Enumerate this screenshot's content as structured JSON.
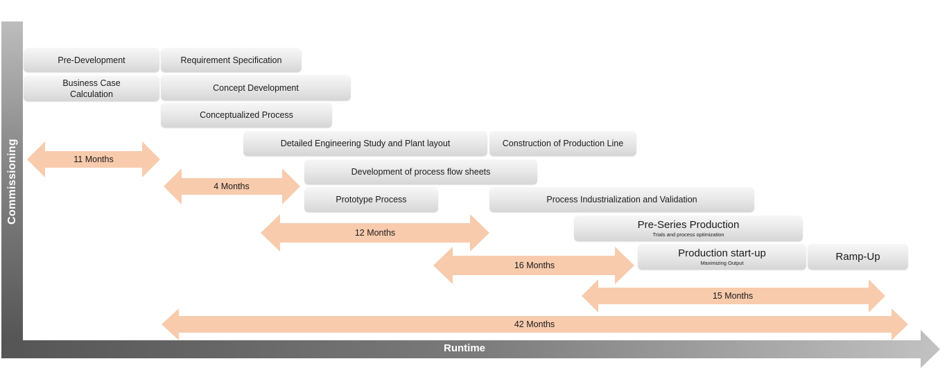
{
  "axes": {
    "vertical_label": "Commissioning",
    "horizontal_label": "Runtime"
  },
  "colors": {
    "arrow_fill": "#f8cbad",
    "box_light": "#f7f7f7",
    "box_dark": "#d6d6d6",
    "axis_dark": "#555555",
    "axis_light": "#c0c0c0"
  },
  "phases": [
    {
      "id": "pre-development",
      "title": "Pre-Development"
    },
    {
      "id": "requirement-specification",
      "title": "Requirement Specification"
    },
    {
      "id": "business-case-calculation",
      "title": "Business Case Calculation"
    },
    {
      "id": "concept-development",
      "title": "Concept Development"
    },
    {
      "id": "conceptualized-process",
      "title": "Conceptualized Process"
    },
    {
      "id": "detailed-engineering",
      "title": "Detailed Engineering Study and Plant layout"
    },
    {
      "id": "construction-production-line",
      "title": "Construction of Production Line"
    },
    {
      "id": "process-flow-sheets",
      "title": "Development of process flow sheets"
    },
    {
      "id": "prototype-process",
      "title": "Prototype Process"
    },
    {
      "id": "process-industrialization",
      "title": "Process Industrialization and Validation"
    },
    {
      "id": "pre-series-production",
      "title": "Pre-Series Production",
      "subtitle": "Trials and process optimization"
    },
    {
      "id": "production-start-up",
      "title": "Production start-up",
      "subtitle": "Maximizing Output"
    },
    {
      "id": "ramp-up",
      "title": "Ramp-Up"
    }
  ],
  "durations": [
    {
      "label": "11 Months",
      "months": 11
    },
    {
      "label": "4 Months",
      "months": 4
    },
    {
      "label": "12 Months",
      "months": 12
    },
    {
      "label": "16 Months",
      "months": 16
    },
    {
      "label": "15 Months",
      "months": 15
    },
    {
      "label": "42 Months",
      "months": 42
    }
  ]
}
